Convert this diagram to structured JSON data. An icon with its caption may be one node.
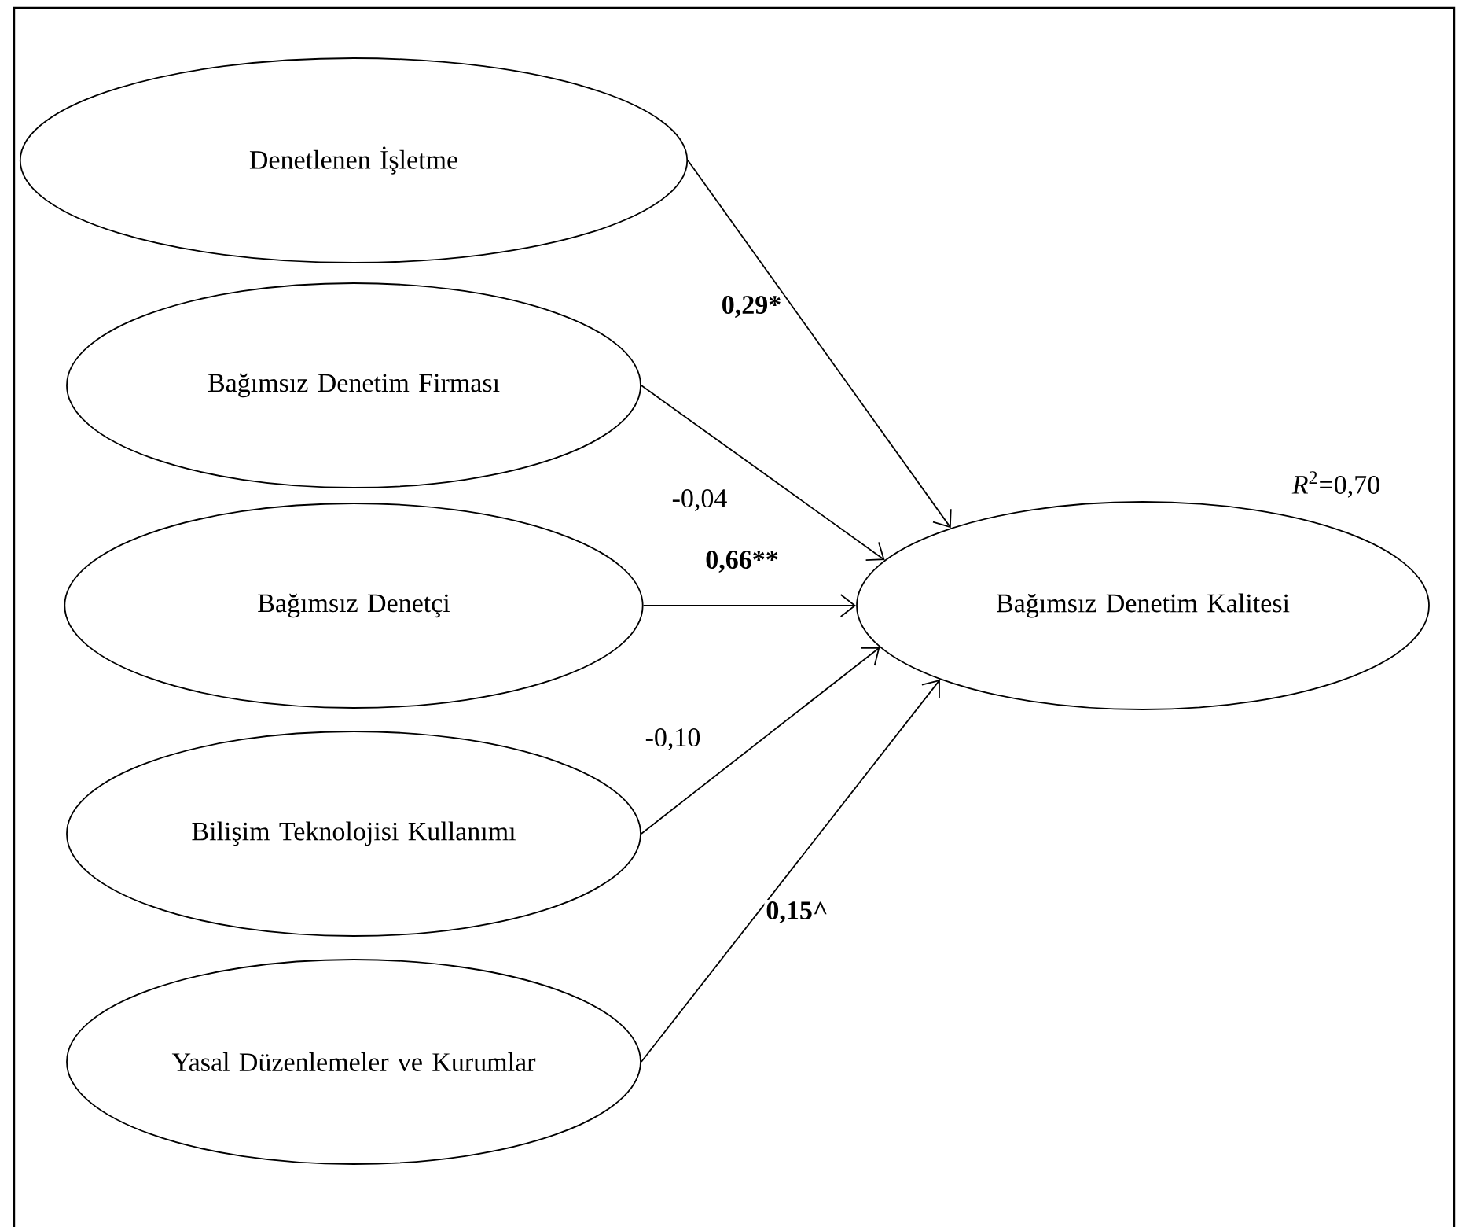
{
  "diagram": {
    "nodes": [
      {
        "text": [
          "Denetlenen İşletme"
        ]
      },
      {
        "text": [
          "Bağımsız Denetim Firması"
        ]
      },
      {
        "text": [
          "Bağımsız Denetçi"
        ]
      },
      {
        "text": [
          "Bilişim Teknolojisi Kullanımı"
        ]
      },
      {
        "text": [
          "Yasal Düzenlemeler ve Kurumlar"
        ]
      },
      {
        "text": [
          "Bağımsız Denetim Kalitesi"
        ],
        "beside": [
          "*R*$^{2}$=0,70"
        ]
      }
    ],
    "edges": [
      {
        "from": 0,
        "to": 5,
        "arrow": "to",
        "label": "0,29*"
      },
      {
        "from": 1,
        "to": 5,
        "arrow": "to",
        "label": "-0,04"
      },
      {
        "from": 2,
        "to": 5,
        "arrow": "to",
        "label": "0,66**"
      },
      {
        "from": 3,
        "to": 5,
        "arrow": "to",
        "label": "-0,10"
      },
      {
        "from": 4,
        "to": 5,
        "arrow": "to",
        "label": "0,15^"
      }
    ]
  }
}
